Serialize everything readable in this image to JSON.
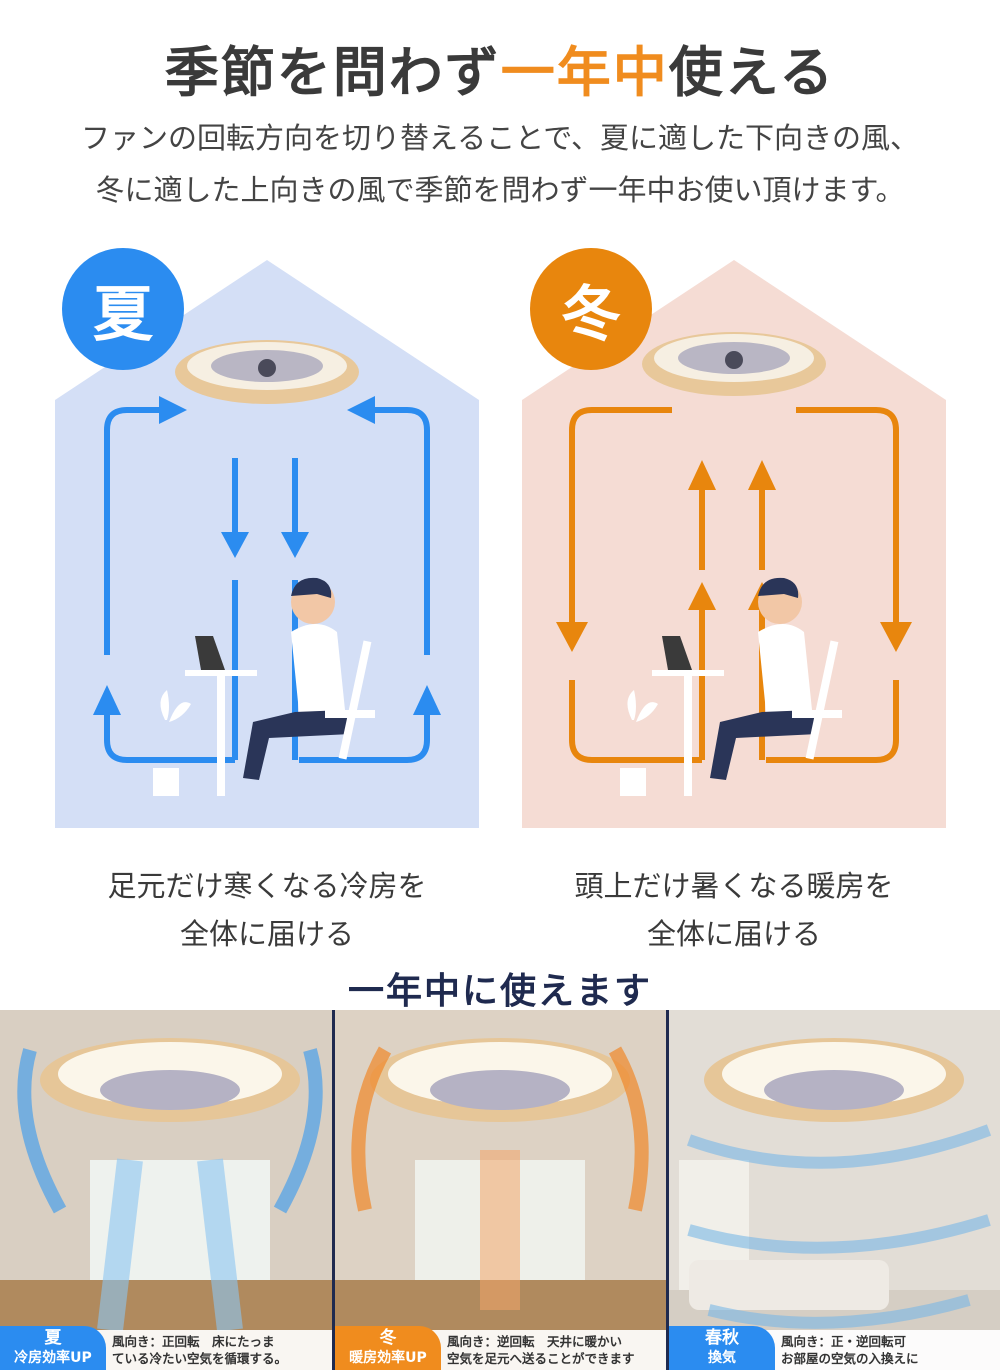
{
  "title": {
    "before": "季節を問わず",
    "accent": "一年中",
    "after": "使える",
    "accent_color": "#f08c1e"
  },
  "subtitle": {
    "line1": "ファンの回転方向を切り替えることで、夏に適した下向きの風、",
    "line2": "冬に適した上向きの風で季節を問わず一年中お使い頂けます。"
  },
  "summer": {
    "badge": "夏",
    "color": "#2b8cf0",
    "panel_color": "#d4dff6",
    "caption_line1": "足元だけ寒くなる冷房を",
    "caption_line2": "全体に届ける",
    "icon": "down-arrow-icon"
  },
  "winter": {
    "badge": "冬",
    "color": "#e8860d",
    "panel_color": "#f5dcd4",
    "caption_line1": "頭上だけ暑くなる暖房を",
    "caption_line2": "全体に届ける",
    "icon": "up-arrow-icon"
  },
  "section_heading": "一年中に使えます",
  "photos": [
    {
      "season": "夏",
      "sub": "冷房効率UP",
      "tag_color": "#2b8cf0",
      "desc_line1": "風向き：正回転　床にたっま",
      "desc_line2": "ている冷たい空気を循環する。"
    },
    {
      "season": "冬",
      "sub": "暖房効率UP",
      "tag_color": "#f08c1e",
      "desc_line1": "風向き：逆回転　天井に暖かい",
      "desc_line2": "空気を足元へ送ることができます"
    },
    {
      "season": "春秋",
      "sub": "換気",
      "tag_color": "#2b8cf0",
      "desc_line1": "風向き：正・逆回転可",
      "desc_line2": "お部屋の空気の入換えに"
    }
  ]
}
